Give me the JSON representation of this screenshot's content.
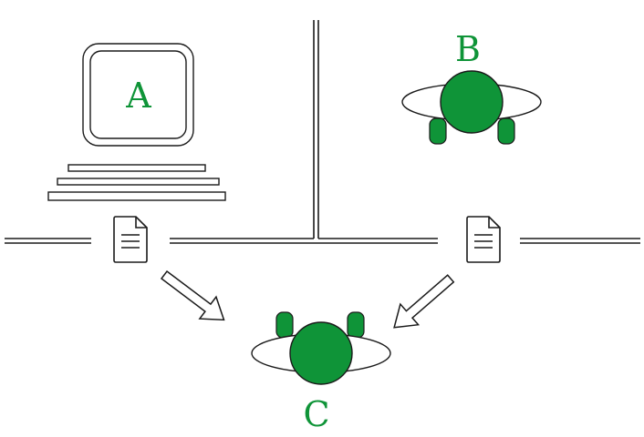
{
  "labels": {
    "computer": "A",
    "person_top": "B",
    "person_bottom": "C"
  },
  "colors": {
    "accent": "#0f9438",
    "line": "#1a1a1a",
    "background": "#ffffff"
  },
  "icons": {
    "computer": "computer-monitor-icon",
    "document": "document-icon",
    "arrow": "hollow-arrow-icon",
    "person": "person-topdown-icon"
  }
}
